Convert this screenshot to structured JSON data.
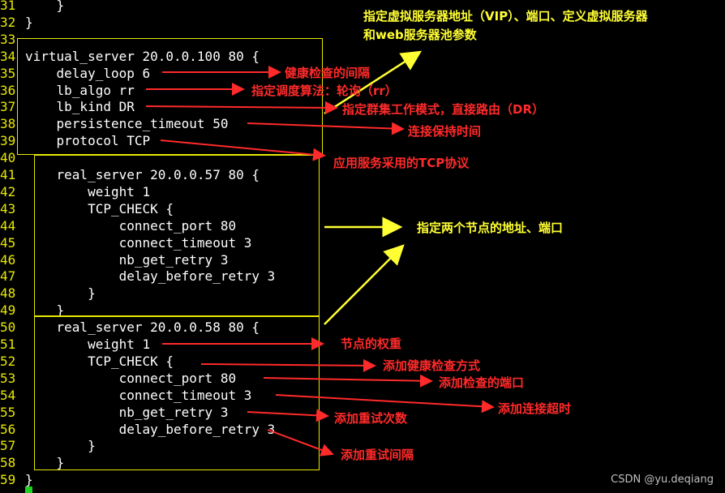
{
  "code_lines": [
    {
      "num": "31",
      "text": "    }"
    },
    {
      "num": "32",
      "text": "}"
    },
    {
      "num": "33",
      "text": ""
    },
    {
      "num": "34",
      "text": "virtual_server 20.0.0.100 80 {"
    },
    {
      "num": "35",
      "text": "    delay_loop 6"
    },
    {
      "num": "36",
      "text": "    lb_algo rr"
    },
    {
      "num": "37",
      "text": "    lb_kind DR"
    },
    {
      "num": "38",
      "text": "    persistence_timeout 50"
    },
    {
      "num": "39",
      "text": "    protocol TCP"
    },
    {
      "num": "40",
      "text": ""
    },
    {
      "num": "41",
      "text": "    real_server 20.0.0.57 80 {"
    },
    {
      "num": "42",
      "text": "        weight 1"
    },
    {
      "num": "43",
      "text": "        TCP_CHECK {"
    },
    {
      "num": "44",
      "text": "            connect_port 80"
    },
    {
      "num": "45",
      "text": "            connect_timeout 3"
    },
    {
      "num": "46",
      "text": "            nb_get_retry 3"
    },
    {
      "num": "47",
      "text": "            delay_before_retry 3"
    },
    {
      "num": "48",
      "text": "        }"
    },
    {
      "num": "49",
      "text": "    }"
    },
    {
      "num": "50",
      "text": "    real_server 20.0.0.58 80 {"
    },
    {
      "num": "51",
      "text": "        weight 1"
    },
    {
      "num": "52",
      "text": "        TCP_CHECK {"
    },
    {
      "num": "53",
      "text": "            connect_port 80"
    },
    {
      "num": "54",
      "text": "            connect_timeout 3"
    },
    {
      "num": "55",
      "text": "            nb_get_retry 3"
    },
    {
      "num": "56",
      "text": "            delay_before_retry 3"
    },
    {
      "num": "57",
      "text": "        }"
    },
    {
      "num": "58",
      "text": "    }"
    },
    {
      "num": "59",
      "text": "}"
    }
  ],
  "annotations": {
    "vip_params_1": "指定虚拟服务器地址（VIP）、端口、定义虚拟服务器",
    "vip_params_2": "和web服务器池参数",
    "delay_loop": "健康检查的间隔",
    "lb_algo": "指定调度算法：轮询（rr）",
    "lb_kind": "指定群集工作模式，直接路由（DR）",
    "persistence": "连接保持时间",
    "protocol": "应用服务采用的TCP协议",
    "nodes": "指定两个节点的地址、端口",
    "weight": "节点的权重",
    "tcp_check": "添加健康检查方式",
    "connect_port": "添加检查的端口",
    "connect_timeout": "添加连接超时",
    "nb_get_retry": "添加重试次数",
    "delay_before_retry": "添加重试间隔"
  },
  "watermark": "CSDN @yu.deqiang",
  "colors": {
    "background": "#000000",
    "line_numbers": "#e8e800",
    "code": "#ffffff",
    "annotation_red": "#ff2a2a",
    "annotation_yellow": "#ffff33",
    "box": "#e8e800",
    "cursor": "#1fd11f"
  }
}
